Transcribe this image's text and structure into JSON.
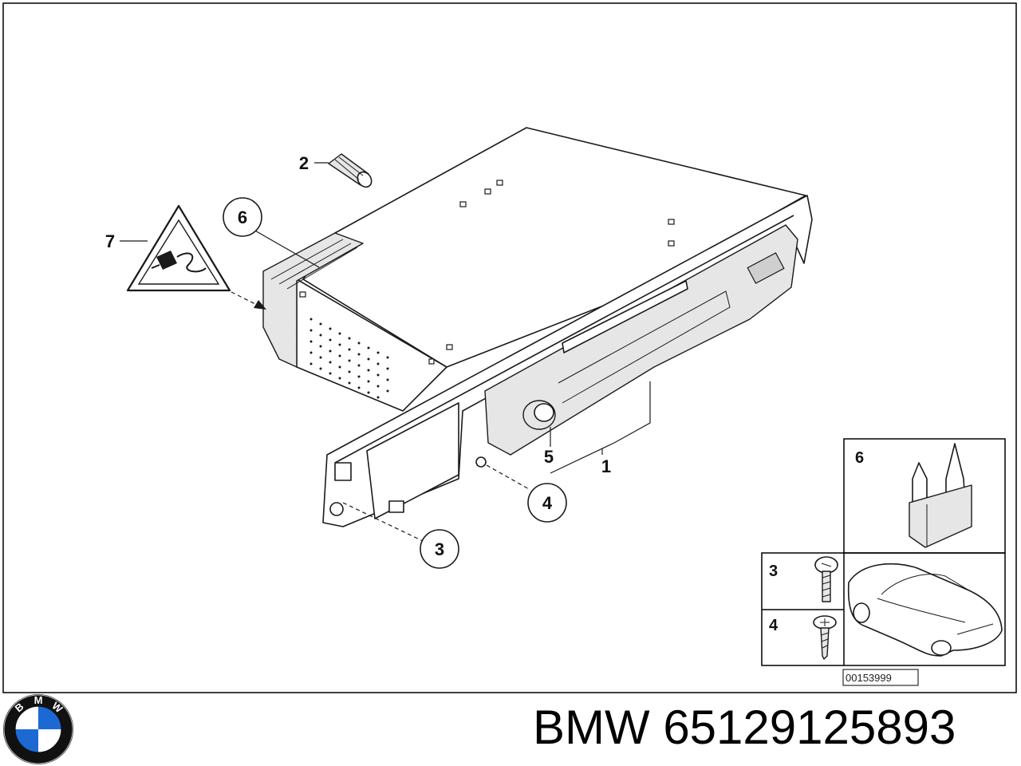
{
  "callouts": {
    "c1": "1",
    "c2": "2",
    "c3": "3",
    "c4": "4",
    "c5": "5",
    "c6": "6",
    "c7": "7"
  },
  "inset": {
    "label_fuse": "6",
    "label_screw_3": "3",
    "label_screw_4": "4",
    "diagram_id": "00153999"
  },
  "footer": {
    "brand": "BMW",
    "part_number": "65129125893"
  },
  "logo": {
    "letter_b": "B",
    "letter_m": "M",
    "letter_w": "W",
    "blue": "#1c69d4",
    "ring": "#111111"
  }
}
